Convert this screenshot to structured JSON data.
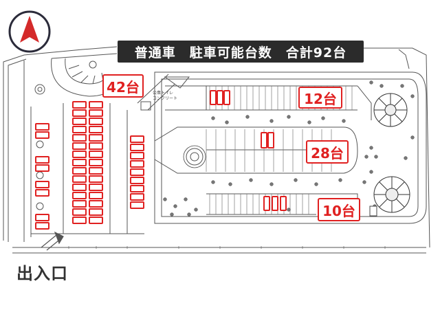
{
  "title": "普通車　駐車可能台数　合計92台",
  "entrance": "出入口",
  "toilet_label": "公衆トイレ",
  "toilet_sub": "コンクリート",
  "zones": [
    {
      "id": "west",
      "label": "42台"
    },
    {
      "id": "north",
      "label": "12台"
    },
    {
      "id": "center",
      "label": "28台"
    },
    {
      "id": "south",
      "label": "10台"
    }
  ],
  "colors": {
    "accent": "#e02020",
    "banner": "#2b2b2b",
    "compass": "#d42a2a",
    "line": "#555555"
  },
  "icons": {
    "compass": "north-arrow-icon"
  }
}
